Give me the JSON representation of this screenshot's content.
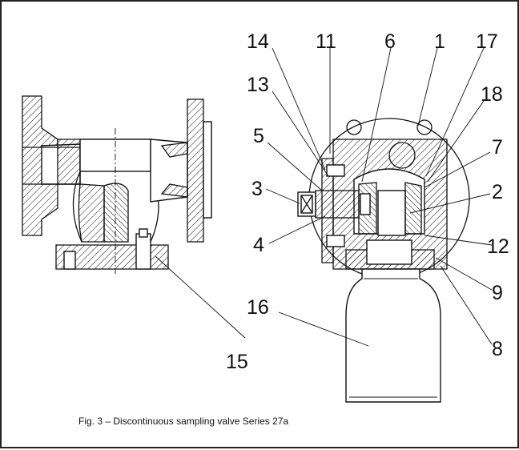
{
  "labels": {
    "l1": "1",
    "l2": "2",
    "l3": "3",
    "l4": "4",
    "l5": "5",
    "l6": "6",
    "l7": "7",
    "l8": "8",
    "l9": "9",
    "l11": "11",
    "l12": "12",
    "l13": "13",
    "l14": "14",
    "l15": "15",
    "l16": "16",
    "l17": "17",
    "l18": "18"
  },
  "caption": "Fig. 3 – Discontinuous sampling valve Series 27a"
}
